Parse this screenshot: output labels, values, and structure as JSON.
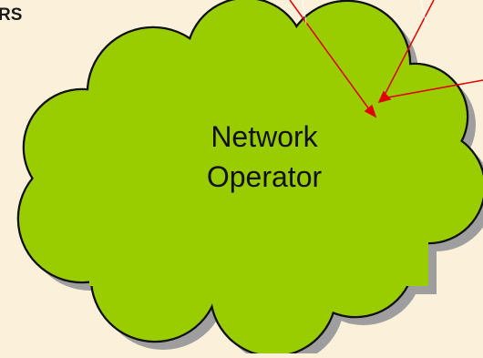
{
  "labels": {
    "fragment_top_left": "RS",
    "cloud_line1": "Network",
    "cloud_line2": "Operator"
  },
  "colors": {
    "background": "#fbf1da",
    "cloud_fill": "#9acd00",
    "cloud_outline": "#111111",
    "shadow": "#9e9e9e",
    "arrow": "#e00000"
  },
  "shapes": {
    "cloud": "cloud-icon",
    "arrows": "red-pointer-lines"
  }
}
